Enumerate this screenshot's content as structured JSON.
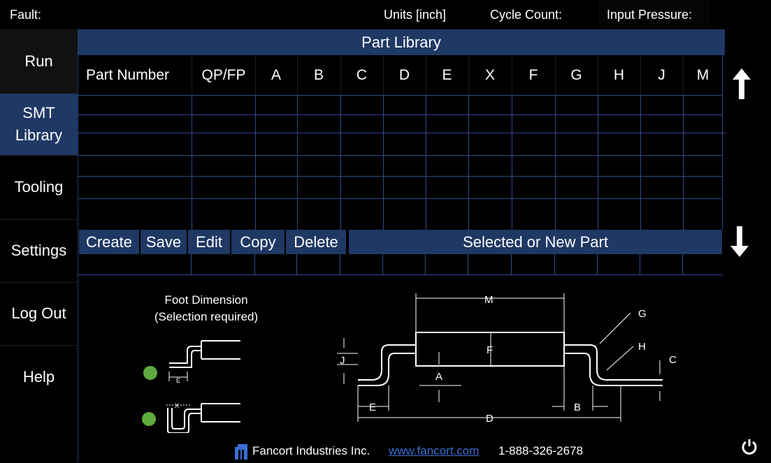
{
  "topbar": {
    "fault_label": "Fault:",
    "units_label": "Units [inch]",
    "cycle_label": "Cycle Count:",
    "pressure_label": "Input Pressure:"
  },
  "sidebar": {
    "items": [
      {
        "label": "Run"
      },
      {
        "label": "SMT Library"
      },
      {
        "label": "Tooling"
      },
      {
        "label": "Settings"
      },
      {
        "label": "Log Out"
      },
      {
        "label": "Help"
      }
    ],
    "active": "SMT Library"
  },
  "library": {
    "title": "Part Library",
    "columns": [
      "Part Number",
      "QP/FP",
      "A",
      "B",
      "C",
      "D",
      "E",
      "X",
      "F",
      "G",
      "H",
      "J",
      "M"
    ],
    "rows": []
  },
  "actions": {
    "create": "Create",
    "save": "Save",
    "edit": "Edit",
    "copy": "Copy",
    "delete": "Delete",
    "selected_label": "Selected or New Part"
  },
  "foot": {
    "title": "Foot Dimension",
    "subtitle": "(Selection required)"
  },
  "diagram_labels": {
    "M": "M",
    "G": "G",
    "H": "H",
    "C": "C",
    "J": "J",
    "F": "F",
    "A": "A",
    "E": "E",
    "B": "B",
    "D": "D",
    "small_e": "E",
    "small_x": "X"
  },
  "footer": {
    "company": "Fancort Industries Inc.",
    "url": "www.fancort.com",
    "phone": "1-888-326-2678"
  },
  "colors": {
    "accent": "#1f3864",
    "grid": "#2e4a8a",
    "radio": "#5dab3f",
    "link": "#3b6ed6"
  }
}
